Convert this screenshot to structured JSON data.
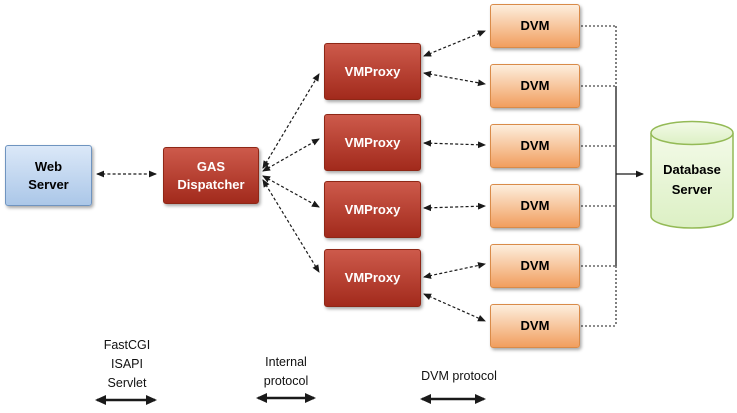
{
  "nodes": {
    "web_server": "Web\nServer",
    "gas_dispatcher": "GAS\nDispatcher",
    "vmproxy": "VMProxy",
    "dvm": "DVM",
    "database_server": "Database\nServer"
  },
  "protocol_labels": {
    "web_gas": "FastCGI\nISAPI\nServlet",
    "gas_vmproxy": "Internal\nprotocol",
    "vmproxy_dvm": "DVM protocol"
  },
  "colors": {
    "blue_top": "#dbe8f8",
    "blue_bottom": "#abc7e8",
    "blue_border": "#6f94c0",
    "red_top": "#cd5a4b",
    "red_bottom": "#a22a1c",
    "red_border": "#8e2716",
    "orange_top": "#fdeedd",
    "orange_bottom": "#f19e5e",
    "orange_border": "#d98b49",
    "green_top": "#f3fae8",
    "green_bottom": "#dcf0c4",
    "green_border": "#94ba56",
    "connector": "#1a1a1a",
    "text_dark": "#000000",
    "text_light": "#ffffff"
  }
}
